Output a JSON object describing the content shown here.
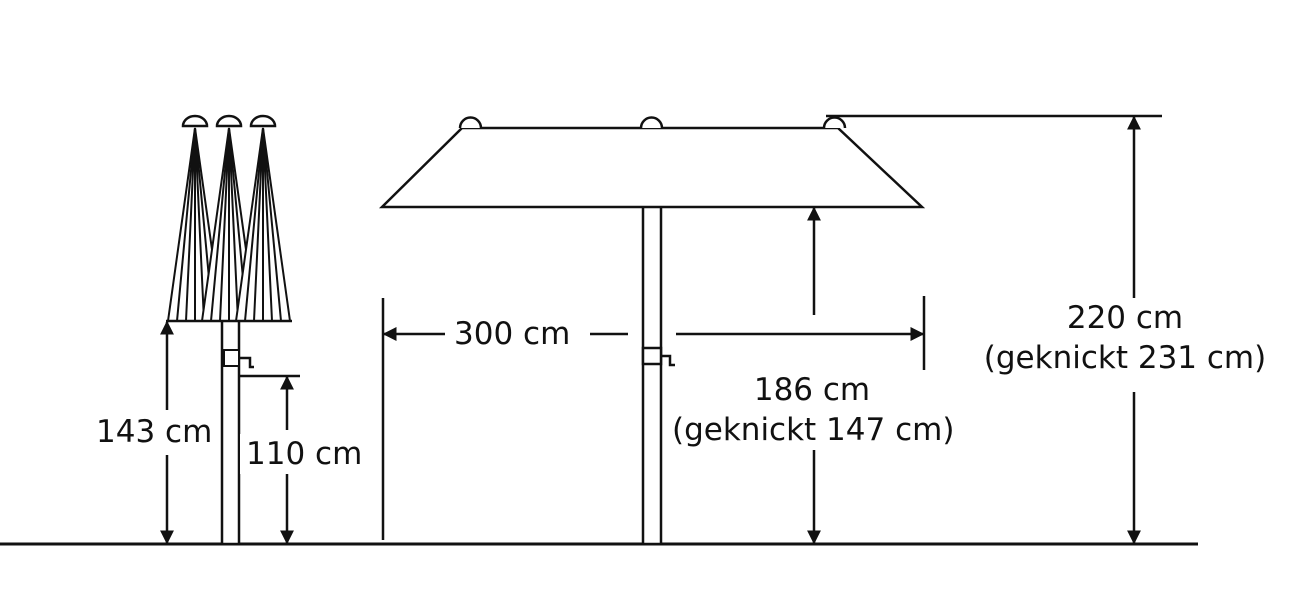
{
  "colors": {
    "line": "#111111",
    "background": "#ffffff"
  },
  "labels": {
    "width_open": "300 cm",
    "height_closed": "143 cm",
    "crank_height": "110 cm",
    "clearance_line1": "186 cm",
    "clearance_line2": "(geknickt 147 cm)",
    "total_line1": "220 cm",
    "total_line2": "(geknickt 231 cm)"
  }
}
